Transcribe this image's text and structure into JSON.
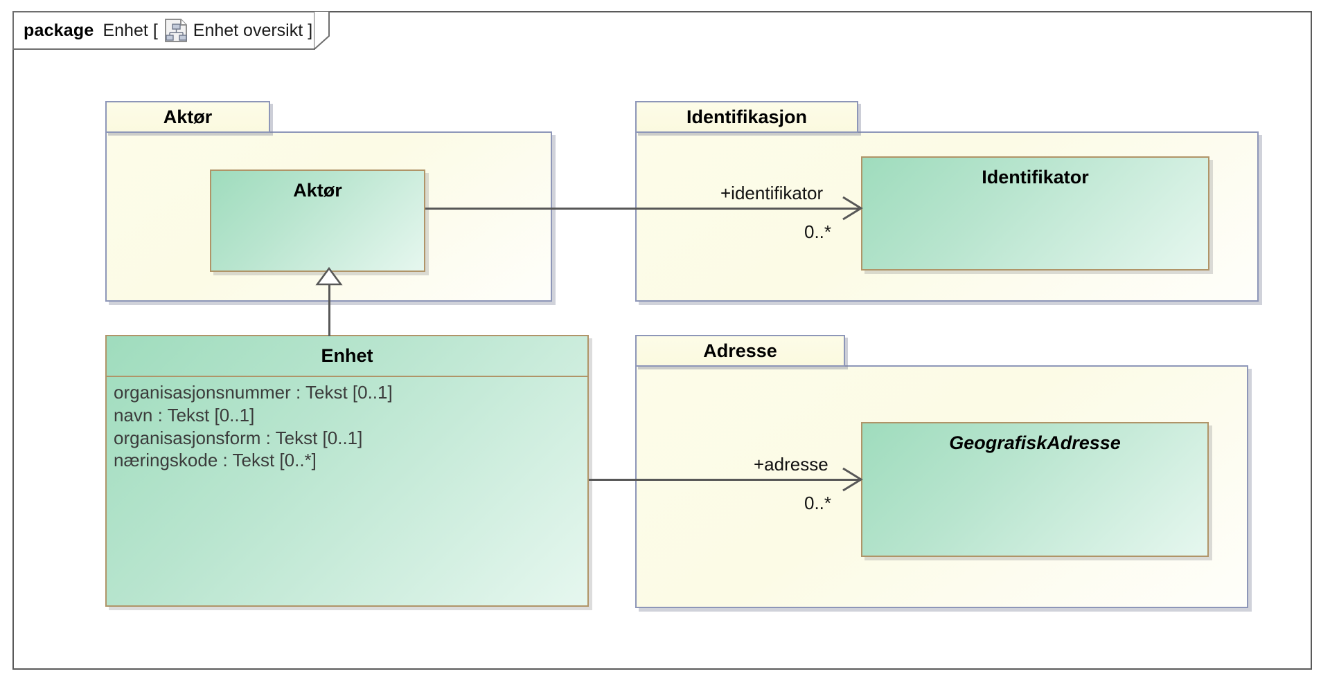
{
  "diagram": {
    "keyword": "package",
    "package_name": "Enhet",
    "bracket_open": "[",
    "bracket_close": "]",
    "diagram_name": "Enhet oversikt",
    "icon": "class-diagram-icon",
    "colors": {
      "package_fill": "#fdfce8",
      "package_border": "#8d96b8",
      "class_fill_start": "#9fdcbd",
      "class_fill_end": "#e6f7ef",
      "class_border": "#b09468",
      "connector": "#575757",
      "frame_border": "#5a5a5a"
    }
  },
  "packages": [
    {
      "id": "aktor",
      "label": "Aktør",
      "classes": [
        {
          "id": "aktor-class",
          "name": "Aktør",
          "abstract": false,
          "attributes": []
        }
      ]
    },
    {
      "id": "identifikasjon",
      "label": "Identifikasjon",
      "classes": [
        {
          "id": "identifikator-class",
          "name": "Identifikator",
          "abstract": false,
          "attributes": []
        }
      ]
    },
    {
      "id": "adresse",
      "label": "Adresse",
      "classes": [
        {
          "id": "geografiskadresse-class",
          "name": "GeografiskAdresse",
          "abstract": true,
          "attributes": []
        }
      ]
    }
  ],
  "standalone_classes": [
    {
      "id": "enhet-class",
      "name": "Enhet",
      "abstract": false,
      "attributes": [
        "organisasjonsnummer : Tekst [0..1]",
        "navn : Tekst [0..1]",
        "organisasjonsform : Tekst [0..1]",
        "næringskode : Tekst [0..*]"
      ]
    }
  ],
  "relations": [
    {
      "id": "aktor-identifikator",
      "type": "association",
      "source": "Aktør",
      "target": "Identifikator",
      "role": "+identifikator",
      "multiplicity": "0..*"
    },
    {
      "id": "enhet-geografiskadresse",
      "type": "association",
      "source": "Enhet",
      "target": "GeografiskAdresse",
      "role": "+adresse",
      "multiplicity": "0..*"
    },
    {
      "id": "enhet-aktor",
      "type": "generalization",
      "source": "Enhet",
      "target": "Aktør",
      "role": "",
      "multiplicity": ""
    }
  ]
}
